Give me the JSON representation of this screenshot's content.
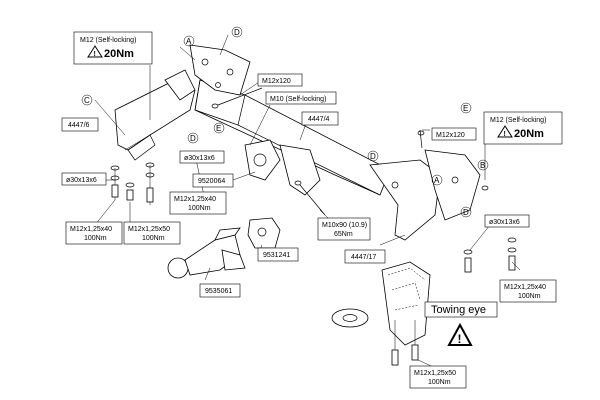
{
  "labels": {
    "torque_left_title": "M12 (Self-locking)",
    "torque_left_value": "20Nm",
    "torque_right_title": "M12 (Self-locking)",
    "torque_right_value": "20Nm",
    "bolt_m12x120_top": "M12x120",
    "bolt_m12x120_right": "M12x120",
    "bolt_m10_self": "M10 (Self-locking)",
    "part_4447_6": "4447/6",
    "part_4447_4": "4447/4",
    "part_4447_17": "4447/17",
    "washer_left_1": "ø30x13x6",
    "washer_left_2": "ø30x13x6",
    "washer_right": "ø30x13x6",
    "part_9520064": "9520064",
    "bolt_m12x140_line1": "M12x1,25x40",
    "bolt_m12x140_line2": "100Nm",
    "bolt_left_a_line1": "M12x1,25x40",
    "bolt_left_a_line2": "100Nm",
    "bolt_left_b_line1": "M12x1,25x50",
    "bolt_left_b_line2": "100Nm",
    "bolt_m10x90_line1": "M10x90 (10.9)",
    "bolt_m10x90_line2": "65Nm",
    "part_9531241": "9531241",
    "part_9535061": "9535061",
    "bolt_right_line1": "M12x1,25x40",
    "bolt_right_line2": "100Nm",
    "bolt_bottom_line1": "M12x1,25x50",
    "bolt_bottom_line2": "100Nm",
    "towing_eye": "Towing eye"
  },
  "letters": {
    "a_top": "A",
    "d_top": "D",
    "c_left": "C",
    "e_left": "E",
    "d_left": "D",
    "e_right": "E",
    "b_right": "B",
    "a_right": "A",
    "d_right": "D",
    "d_mid": "D"
  }
}
